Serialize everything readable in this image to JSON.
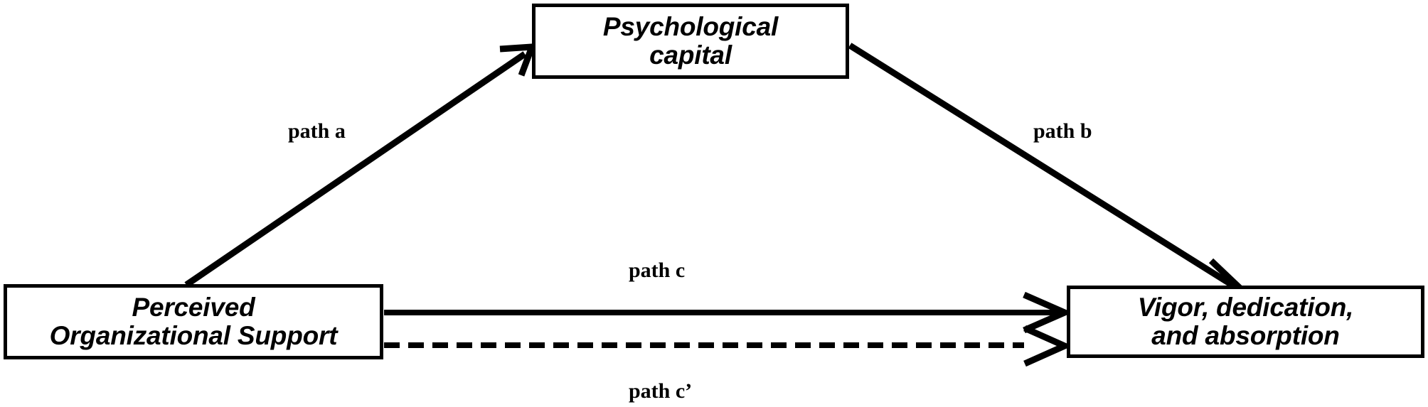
{
  "diagram": {
    "type": "mediation-model",
    "title": "Psychological capital mediation model",
    "background_color": "#ffffff",
    "line_color": "#000000",
    "nodes": [
      {
        "id": "psychological-capital",
        "label": "Psychological\ncapital",
        "role": "mediator"
      },
      {
        "id": "perceived-organizational-support",
        "label": "Perceived\nOrganizational Support",
        "role": "predictor"
      },
      {
        "id": "work-engagement",
        "label": "Vigor, dedication,\nand absorption",
        "role": "outcome"
      }
    ],
    "paths": [
      {
        "id": "path-a",
        "label": "path a",
        "from": "perceived-organizational-support",
        "to": "psychological-capital",
        "style": "solid"
      },
      {
        "id": "path-b",
        "label": "path b",
        "from": "psychological-capital",
        "to": "work-engagement",
        "style": "solid"
      },
      {
        "id": "path-c",
        "label": "path c",
        "from": "perceived-organizational-support",
        "to": "work-engagement",
        "style": "solid"
      },
      {
        "id": "path-c-prime",
        "label": "path c’",
        "from": "perceived-organizational-support",
        "to": "work-engagement",
        "style": "dashed"
      }
    ]
  }
}
